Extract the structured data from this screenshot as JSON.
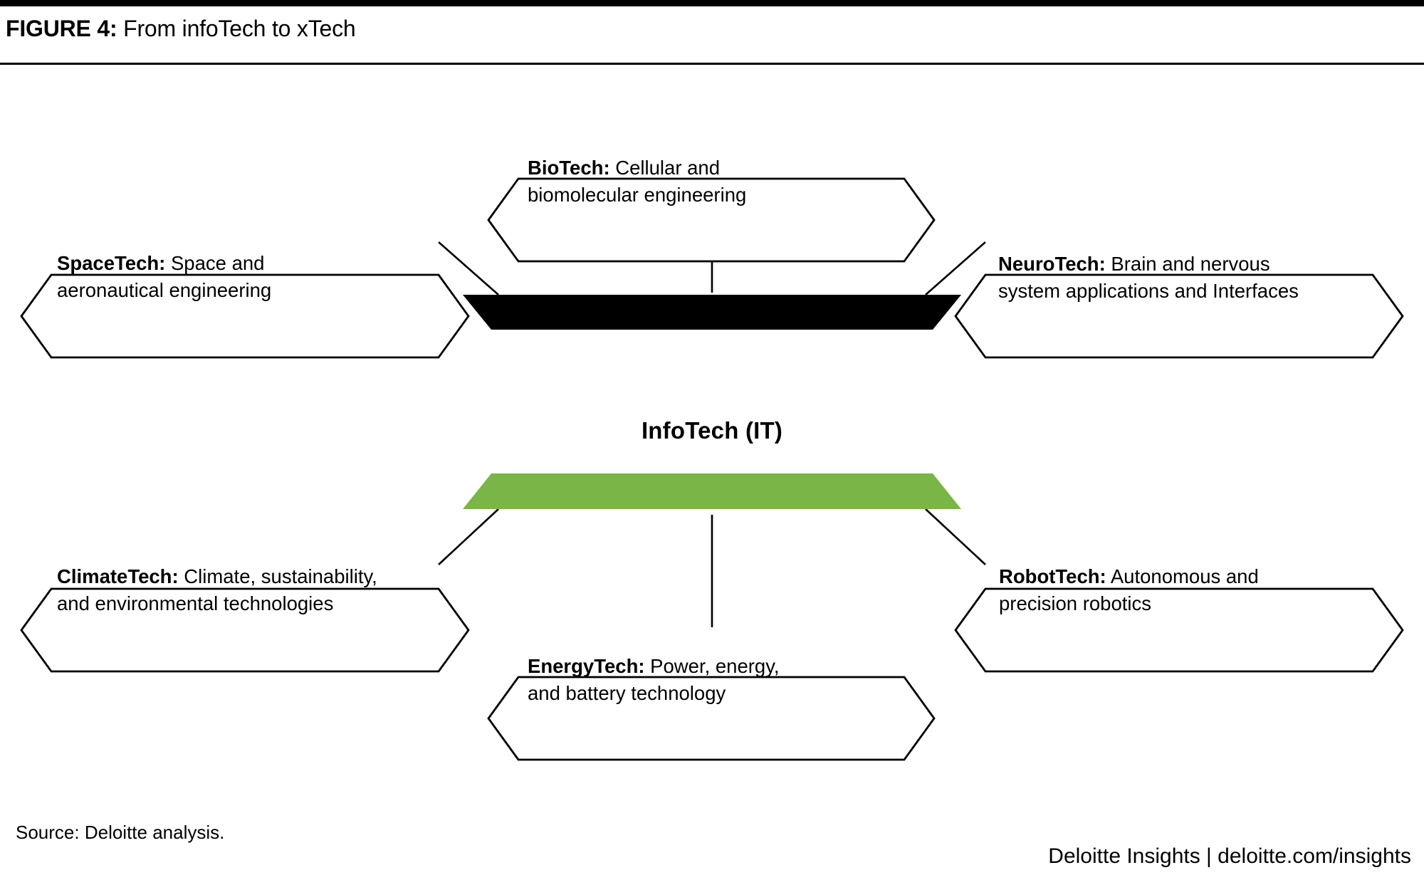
{
  "header": {
    "figure_label": "FIGURE 4:",
    "figure_title": " From infoTech to xTech"
  },
  "core": {
    "label": "InfoTech (IT)",
    "top_shape_color": "#000000",
    "bottom_shape_color": "#7AB547"
  },
  "callouts": [
    {
      "id": "biotech",
      "name": "BioTech:",
      "line1": " Cellular and",
      "line2": "biomolecular engineering",
      "position": "top-center"
    },
    {
      "id": "spacetech",
      "name": "SpaceTech:",
      "line1": " Space and",
      "line2": "aeronautical engineering",
      "position": "upper-left"
    },
    {
      "id": "neurotech",
      "name": "NeuroTech:",
      "line1": " Brain and nervous",
      "line2": "system applications and Interfaces",
      "position": "upper-right"
    },
    {
      "id": "climatetech",
      "name": "ClimateTech:",
      "line1": " Climate, sustainability,",
      "line2": "and environmental technologies",
      "position": "lower-left"
    },
    {
      "id": "robottech",
      "name": "RobotTech:",
      "line1": " Autonomous and",
      "line2": "precision robotics",
      "position": "lower-right"
    },
    {
      "id": "energytech",
      "name": "EnergyTech:",
      "line1": "  Power, energy,",
      "line2": "and battery technology",
      "position": "bottom-center"
    }
  ],
  "footer": {
    "source": "Source: Deloitte analysis.",
    "brand": "Deloitte Insights | deloitte.com/insights"
  },
  "colors": {
    "accent_green": "#7AB547",
    "line": "#000000",
    "background": "#FFFFFF"
  }
}
